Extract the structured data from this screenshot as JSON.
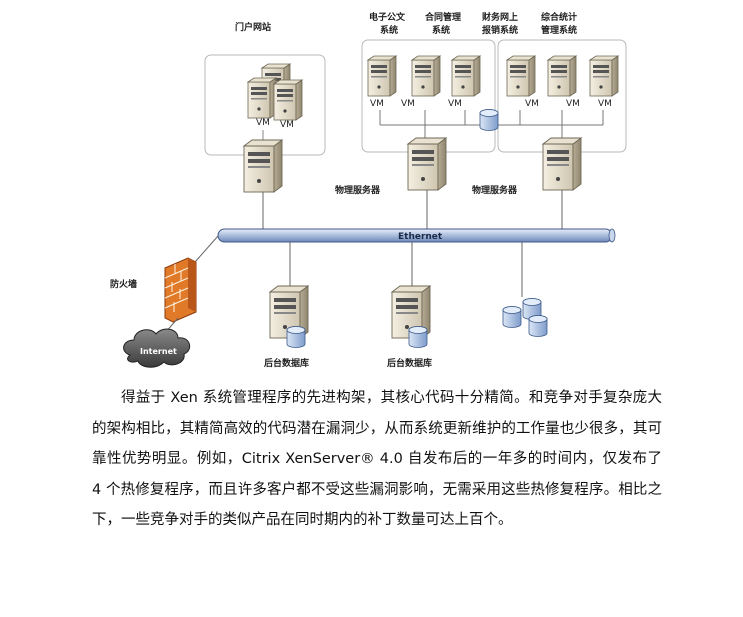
{
  "diagram": {
    "portal_label": "门户网站",
    "systems": [
      {
        "line1": "电子公文",
        "line2": "系统"
      },
      {
        "line1": "合同管理",
        "line2": "系统"
      },
      {
        "line1": "财务网上",
        "line2": "报销系统"
      },
      {
        "line1": "综合统计",
        "line2": "管理系统"
      }
    ],
    "vm_label": "VM",
    "physical_server_label": "物理服务器",
    "ethernet_label": "Ethernet",
    "firewall_label": "防火墙",
    "internet_label": "Internet",
    "backend_db_label": "后台数据库"
  },
  "article": {
    "paragraph": "得益于 Xen 系统管理程序的先进构架，其核心代码十分精简。和竞争对手复杂庞大的架构相比，其精简高效的代码潜在漏洞少，从而系统更新维护的工作量也少很多，其可靠性优势明显。例如，Citrix XenServer® 4.0 自发布后的一年多的时间内，仅发布了 4 个热修复程序，而且许多客户都不受这些漏洞影响，无需采用这些热修复程序。相比之下，一些竞争对手的类似产品在同时期内的补丁数量可达上百个。"
  }
}
